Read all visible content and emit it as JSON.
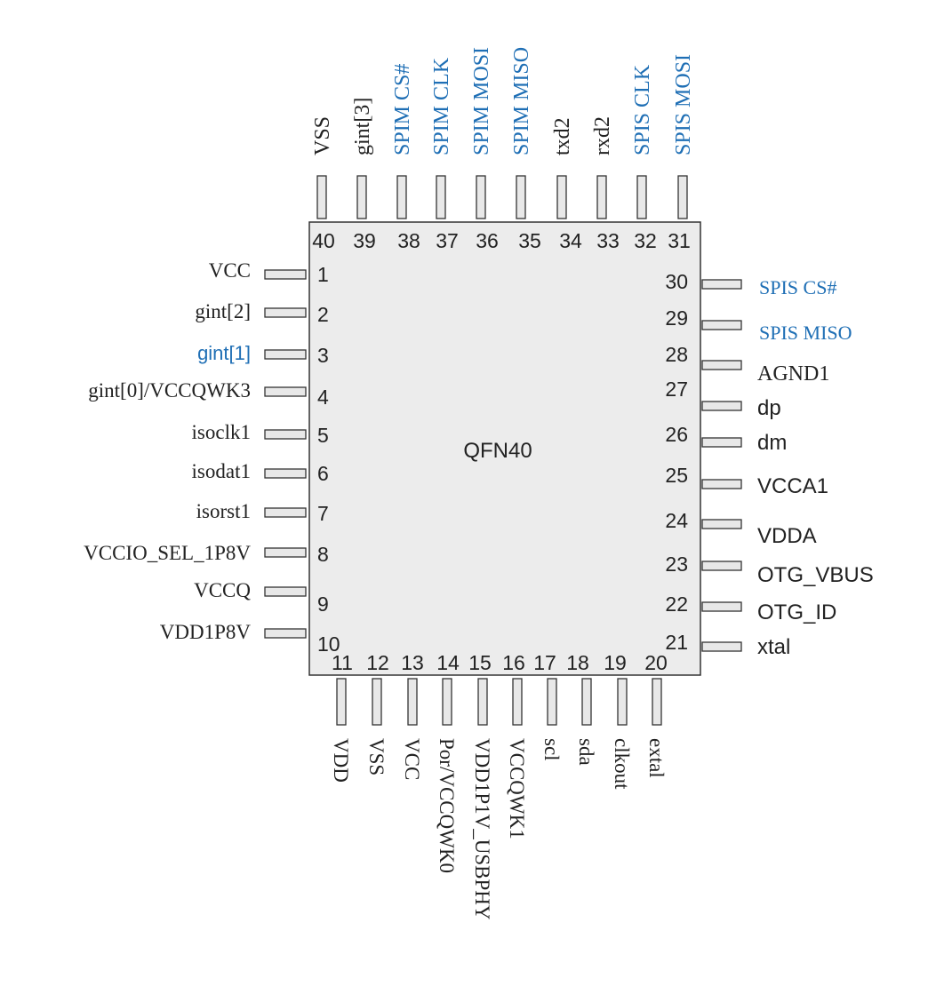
{
  "colors": {
    "normal": "#222222",
    "highlight": "#1f6fb5",
    "body_fill": "#ececec",
    "pin_fill": "#e8e8e8",
    "stroke": "#333333"
  },
  "chip": {
    "label": "QFN40"
  },
  "pins": {
    "left": [
      {
        "num": "1",
        "label": "VCC",
        "highlight": false
      },
      {
        "num": "2",
        "label": "gint[2]",
        "highlight": false
      },
      {
        "num": "3",
        "label": "gint[1]",
        "highlight": true
      },
      {
        "num": "4",
        "label": "gint[0]/VCCQWK3",
        "highlight": false
      },
      {
        "num": "5",
        "label": "isoclk1",
        "highlight": false
      },
      {
        "num": "6",
        "label": "isodat1",
        "highlight": false
      },
      {
        "num": "7",
        "label": "isorst1",
        "highlight": false
      },
      {
        "num": "8",
        "label": "VCCIO_SEL_1P8V",
        "highlight": false
      },
      {
        "num": "9",
        "label": "VCCQ",
        "highlight": false
      },
      {
        "num": "10",
        "label": "VDD1P8V",
        "highlight": false
      }
    ],
    "bottom": [
      {
        "num": "11",
        "label": "VDD",
        "highlight": false
      },
      {
        "num": "12",
        "label": "VSS",
        "highlight": false
      },
      {
        "num": "13",
        "label": "VCC",
        "highlight": false
      },
      {
        "num": "14",
        "label": "Por/VCCQWK0",
        "highlight": false
      },
      {
        "num": "15",
        "label": "VDD1P1V_USBPHY",
        "highlight": false
      },
      {
        "num": "16",
        "label": "VCCQWK1",
        "highlight": false
      },
      {
        "num": "17",
        "label": "scl",
        "highlight": false
      },
      {
        "num": "18",
        "label": "sda",
        "highlight": false
      },
      {
        "num": "19",
        "label": "clkout",
        "highlight": false
      },
      {
        "num": "20",
        "label": "extal",
        "highlight": false
      }
    ],
    "right": [
      {
        "num": "21",
        "label": "xtal",
        "highlight": false
      },
      {
        "num": "22",
        "label": "OTG_ID",
        "highlight": false
      },
      {
        "num": "23",
        "label": "OTG_VBUS",
        "highlight": false
      },
      {
        "num": "24",
        "label": "VDDA",
        "highlight": false
      },
      {
        "num": "25",
        "label": "VCCA1",
        "highlight": false
      },
      {
        "num": "26",
        "label": "dm",
        "highlight": false
      },
      {
        "num": "27",
        "label": "dp",
        "highlight": false
      },
      {
        "num": "28",
        "label": "AGND1",
        "highlight": false
      },
      {
        "num": "29",
        "label": "SPIS  MISO",
        "highlight": true
      },
      {
        "num": "30",
        "label": "SPIS  CS#",
        "highlight": true
      }
    ],
    "top": [
      {
        "num": "31",
        "label": "SPIS MOSI",
        "highlight": true
      },
      {
        "num": "32",
        "label": "SPIS CLK",
        "highlight": true
      },
      {
        "num": "33",
        "label": "rxd2",
        "highlight": false
      },
      {
        "num": "34",
        "label": "txd2",
        "highlight": false
      },
      {
        "num": "35",
        "label": "SPIM MISO",
        "highlight": true
      },
      {
        "num": "36",
        "label": "SPIM MOSI",
        "highlight": true
      },
      {
        "num": "37",
        "label": "SPIM CLK",
        "highlight": true
      },
      {
        "num": "38",
        "label": "SPIM  CS#",
        "highlight": true
      },
      {
        "num": "39",
        "label": "gint[3]",
        "highlight": false
      },
      {
        "num": "40",
        "label": "VSS",
        "highlight": false
      }
    ]
  }
}
